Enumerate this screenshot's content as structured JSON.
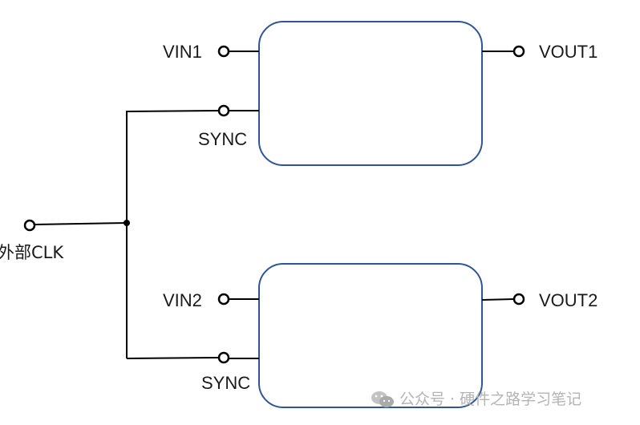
{
  "diagram": {
    "colors": {
      "wire": "#000000",
      "block_stroke": "#2F5597",
      "block_fill": "#ffffff",
      "watermark": "#b4b4b4"
    },
    "clock_input": {
      "label": "外部CLK"
    },
    "blocks": [
      {
        "id": "block-1",
        "inputs": [
          {
            "label": "VIN1"
          },
          {
            "label": "SYNC"
          }
        ],
        "output": {
          "label": "VOUT1"
        }
      },
      {
        "id": "block-2",
        "inputs": [
          {
            "label": "VIN2"
          },
          {
            "label": "SYNC"
          }
        ],
        "output": {
          "label": "VOUT2"
        }
      }
    ]
  },
  "watermark": {
    "icon": "wechat-icon",
    "text": "公众号 · 硬件之路学习笔记"
  }
}
